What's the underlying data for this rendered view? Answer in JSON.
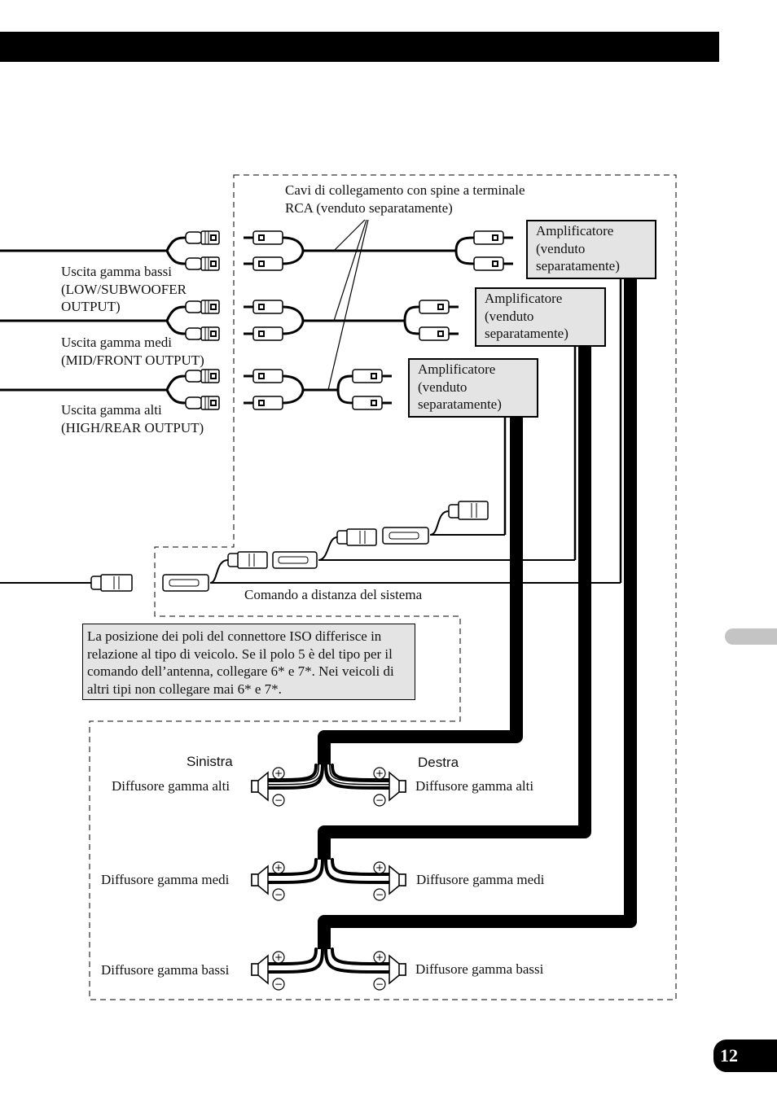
{
  "page_number": "12",
  "rca_cables_label": "Cavi di collegamento con spine a terminale\nRCA (venduto separatamente)",
  "amplifiers": [
    "Amplificatore\n(venduto\nseparatamente)",
    "Amplificatore\n(venduto\nseparatamente)",
    "Amplificatore\n(venduto\nseparatamente)"
  ],
  "outputs": {
    "low": "Uscita gamma bassi\n(LOW/SUBWOOFER\nOUTPUT)",
    "mid": "Uscita gamma medi\n(MID/FRONT OUTPUT)",
    "high": "Uscita gamma alti\n(HIGH/REAR OUTPUT)"
  },
  "remote_label": "Comando a distanza del sistema",
  "note": "La posizione dei poli del connettore ISO differisce in relazione al tipo di veicolo. Se il polo 5 è del tipo per il comando dell’antenna, collegare 6* e 7*. Nei veicoli di altri tipi non collegare mai 6* e 7*.",
  "left_heading": "Sinistra",
  "right_heading": "Destra",
  "speakers": {
    "high_left": "Diffusore gamma alti",
    "high_right": "Diffusore gamma alti",
    "mid_left": "Diffusore gamma medi",
    "mid_right": "Diffusore gamma medi",
    "low_left": "Diffusore gamma bassi",
    "low_right": "Diffusore gamma bassi"
  },
  "polarity": {
    "plus": "+",
    "minus": "−"
  }
}
